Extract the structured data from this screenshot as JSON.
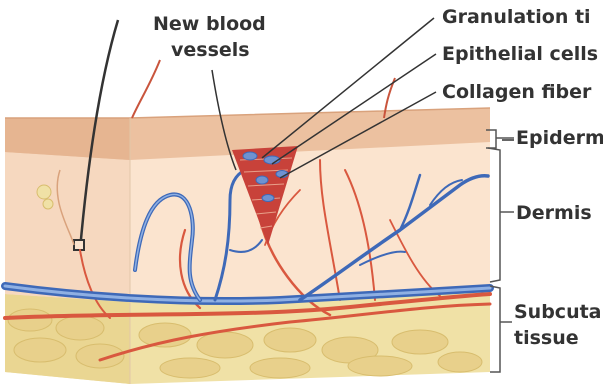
{
  "labels": {
    "new_blood_line1": "New blood",
    "new_blood_line2": "vessels",
    "granulation": "Granulation ti",
    "epithelial": "Epithelial cells",
    "collagen": "Collagen fiber",
    "epidermis": "Epiderm",
    "dermis": "Dermis",
    "subcut_line1": "Subcuta",
    "subcut_line2": "tissue"
  },
  "colors": {
    "epidermis": "#ecc1a0",
    "dermis": "#fbe4cf",
    "subcutaneous": "#f0e1a6",
    "fat_cells": "#e8d08b",
    "artery": "#d9583f",
    "vein": "#3e69b8",
    "granulation": "#c8423a",
    "label_text": "#333333",
    "leader_line": "#333333"
  }
}
